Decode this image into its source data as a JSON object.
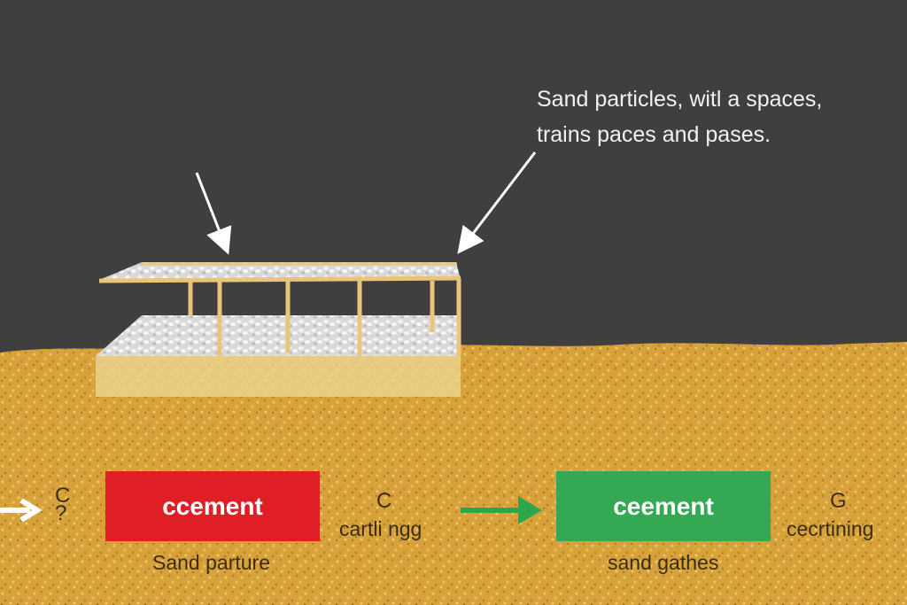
{
  "caption": {
    "line1": "Sand particles, witl a spaces,",
    "line2": "trains paces and pases."
  },
  "left_group": {
    "side_mark": "C\n?",
    "box_label": "ccement",
    "below_label": "Sand parture",
    "box_color": "#df1e26"
  },
  "middle_group": {
    "letter": "C",
    "label": "cartli ngg"
  },
  "right_group": {
    "box_label": "ceement",
    "below_label": "sand gathes",
    "box_color": "#34a853"
  },
  "right_edge_group": {
    "letter": "G",
    "label": "cecrtining"
  },
  "colors": {
    "background": "#3f3f3f",
    "sand": "#d9a23a",
    "gravel": "#e4e4e4",
    "frame": "#e9c57c",
    "arrow_white": "#ffffff",
    "arrow_green": "#2ea64c"
  },
  "icons": {
    "left_arrow": "arrow-right-icon",
    "middle_arrow": "arrow-right-icon",
    "pointer_arrows": "arrow-down-icon"
  }
}
